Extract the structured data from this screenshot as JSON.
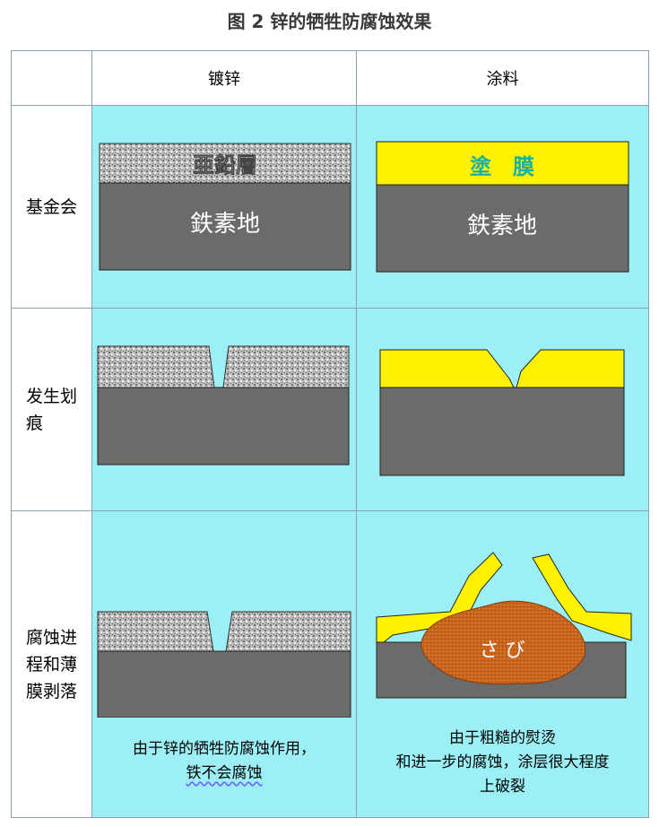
{
  "title": "图 2 锌的牺牲防腐蚀效果",
  "columns": [
    "镀锌",
    "涂料"
  ],
  "rows": [
    {
      "label": "基金会"
    },
    {
      "label": "发生划\n痕"
    },
    {
      "label": "腐蚀进\n程和薄\n膜剥落"
    }
  ],
  "diagrams": {
    "galv_coating": "亜鉛層",
    "paint_coating": "塗　膜",
    "substrate": "鉄素地",
    "rust": "さ び"
  },
  "captions": {
    "galv": [
      "由于锌的牺牲防腐蚀作用，",
      "铁不会腐蚀"
    ],
    "paint": [
      "由于粗糙的熨烫",
      "和进一步的腐蚀，涂层很大程度",
      "上破裂"
    ]
  },
  "colors": {
    "cyan": "#9ceff4",
    "steel": "#6b6b6b",
    "yellow": "#fff200",
    "rust": "#c8641e"
  }
}
